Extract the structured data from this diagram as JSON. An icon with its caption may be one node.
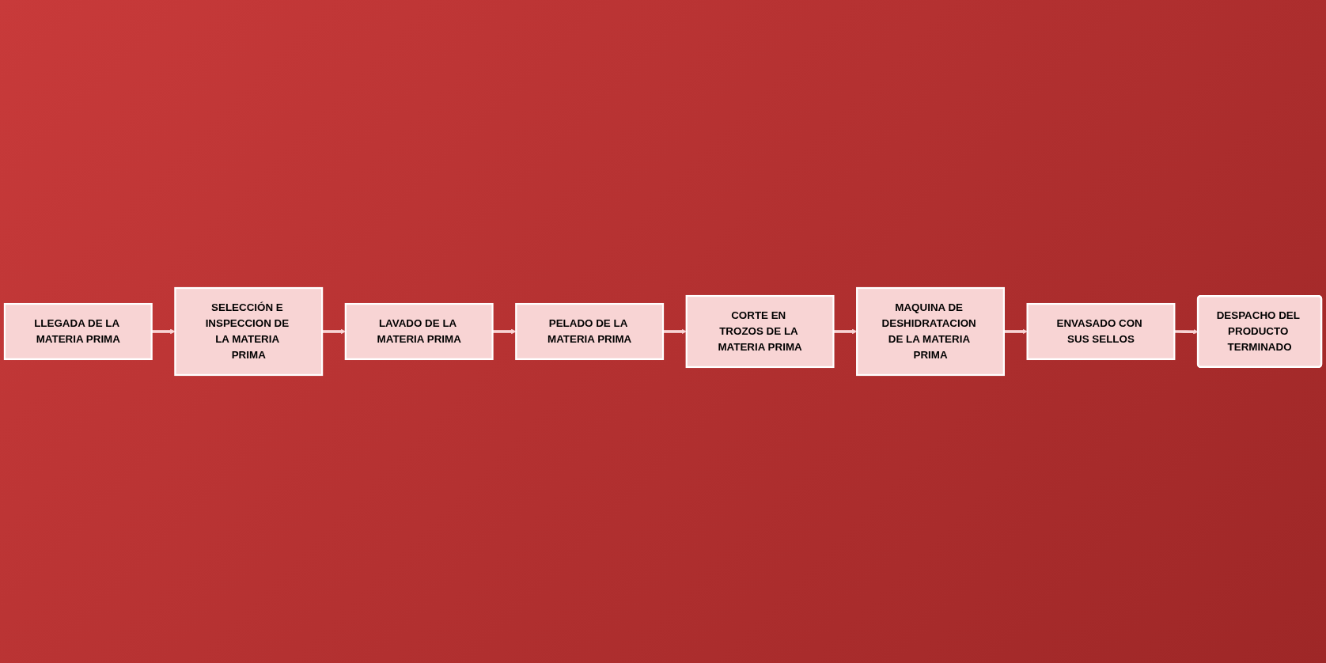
{
  "diagram": {
    "nodes": [
      {
        "text": [
          "LLEGADA DE LA MATERIA PRIMA"
        ]
      },
      {
        "text": [
          "SELECCIÓN E INSPECCION DE LA MATERIA PRIMA"
        ]
      },
      {
        "text": [
          "LAVADO DE LA MATERIA PRIMA"
        ]
      },
      {
        "text": [
          "PELADO DE LA MATERIA PRIMA"
        ]
      },
      {
        "text": [
          "CORTE EN TROZOS DE LA MATERIA PRIMA"
        ]
      },
      {
        "text": [
          "MAQUINA DE DESHIDRATACION DE LA MATERIA PRIMA"
        ]
      },
      {
        "text": [
          "ENVASADO CON SUS SELLOS"
        ]
      },
      {
        "text": [
          "DESPACHO DEL PRODUCTO TERMINADO"
        ]
      }
    ],
    "edges": [
      {
        "from": 0,
        "to": 1,
        "arrow": "to"
      },
      {
        "from": 1,
        "to": 2,
        "arrow": "to"
      },
      {
        "from": 2,
        "to": 3,
        "arrow": "to"
      },
      {
        "from": 3,
        "to": 4,
        "arrow": "to"
      },
      {
        "from": 4,
        "to": 5,
        "arrow": "to"
      },
      {
        "from": 5,
        "to": 6,
        "arrow": "to"
      },
      {
        "from": 6,
        "to": 7,
        "arrow": "to"
      }
    ]
  }
}
